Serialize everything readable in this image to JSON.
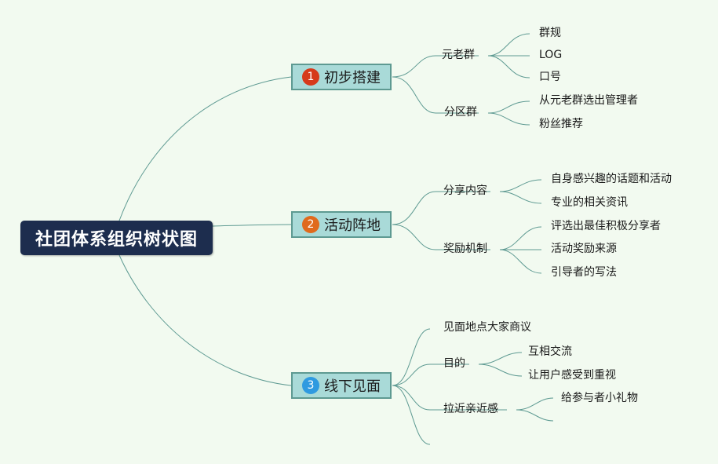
{
  "root": {
    "title": "社团体系组织树状图"
  },
  "branches": [
    {
      "number": "1",
      "title": "初步搭建",
      "badge_color": "#d63a1b",
      "children": [
        {
          "label": "元老群",
          "children": [
            "群规",
            "LOG",
            "口号"
          ]
        },
        {
          "label": "分区群",
          "children": [
            "从元老群选出管理者",
            "粉丝推荐"
          ]
        }
      ]
    },
    {
      "number": "2",
      "title": "活动阵地",
      "badge_color": "#e06a1d",
      "children": [
        {
          "label": "分享内容",
          "children": [
            "自身感兴趣的话题和活动",
            "专业的相关资讯"
          ]
        },
        {
          "label": "奖励机制",
          "children": [
            "评选出最佳积极分享者",
            "活动奖励来源",
            "引导者的写法"
          ]
        }
      ]
    },
    {
      "number": "3",
      "title": "线下见面",
      "badge_color": "#2f9ae0",
      "children": [
        {
          "label": "见面地点大家商议",
          "children": []
        },
        {
          "label": "目的",
          "children": [
            "互相交流",
            "让用户感受到重视"
          ]
        },
        {
          "label": "拉近亲近感",
          "children": [
            "给参与者小礼物",
            ""
          ]
        },
        {
          "label": "",
          "children": []
        }
      ]
    }
  ],
  "colors": {
    "line": "#5e9a92",
    "background": "#f2faf0",
    "root_fill": "#1d2d4e",
    "branch_fill": "#a9dad8"
  }
}
